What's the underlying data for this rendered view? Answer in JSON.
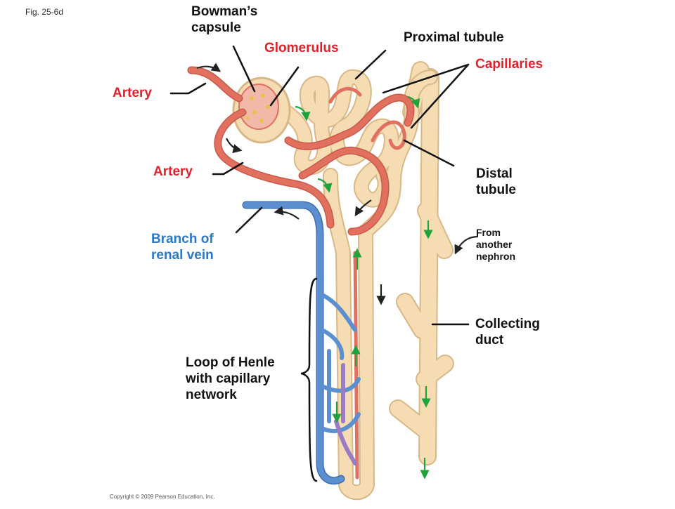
{
  "figure": {
    "fig_id": "Fig. 25-6d",
    "copyright": "Copyright © 2009 Pearson Education, Inc."
  },
  "labels": {
    "bowmans_capsule": "Bowman’s\ncapsule",
    "glomerulus": "Glomerulus",
    "proximal_tubule": "Proximal tubule",
    "capillaries": "Capillaries",
    "artery_top": "Artery",
    "artery_lower": "Artery",
    "distal_tubule": "Distal\ntubule",
    "branch_renal_vein": "Branch of\nrenal vein",
    "from_another_nephron": "From\nanother\nnephron",
    "collecting_duct": "Collecting\nduct",
    "loop_of_henle": "Loop of Henle\nwith capillary\nnetwork"
  },
  "colors": {
    "label_dark": "#111111",
    "label_red": "#e0232a",
    "label_blue": "#2a78c8",
    "artery": "#e2705e",
    "vein": "#5b8fd0",
    "tubule": "#f3d8ad",
    "tubule_outline": "#d9b887",
    "flow_arrow": "#1fa33a"
  }
}
